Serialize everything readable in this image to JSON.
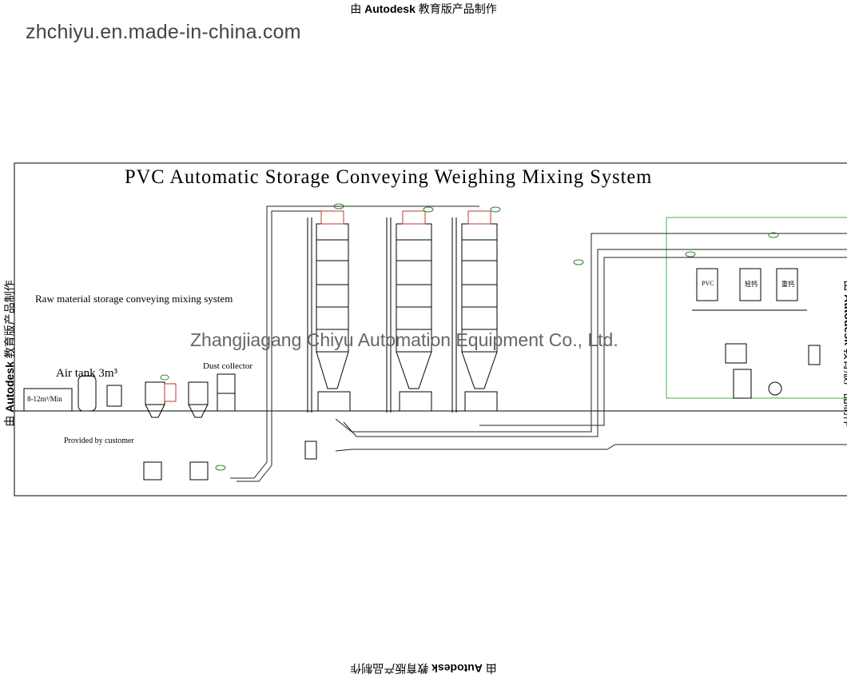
{
  "stamps": {
    "prefix": "由",
    "brand": "Autodesk",
    "suffix": "教育版产品制作"
  },
  "watermark": "zhchiyu.en.made-in-china.com",
  "company": "Zhangjiagang Chiyu Automation Equipment Co., Ltd.",
  "drawing": {
    "title": "PVC Automatic Storage Conveying Weighing Mixing System",
    "raw_material_label": "Raw material storage conveying mixing system",
    "air_tank_label": "Air tank 3m³",
    "dust_collector_label": "Dust collector",
    "provided_label": "Provided by customer",
    "flow_label": "8-12m³/Min",
    "bin_labels": [
      "PVC",
      "轻钙",
      "重钙"
    ]
  },
  "colors": {
    "line": "#000000",
    "annotation": "#2e8b2e",
    "equipment_red": "#c0392b",
    "mixer_frame": "#3cb34a",
    "pipe": "#222222"
  }
}
